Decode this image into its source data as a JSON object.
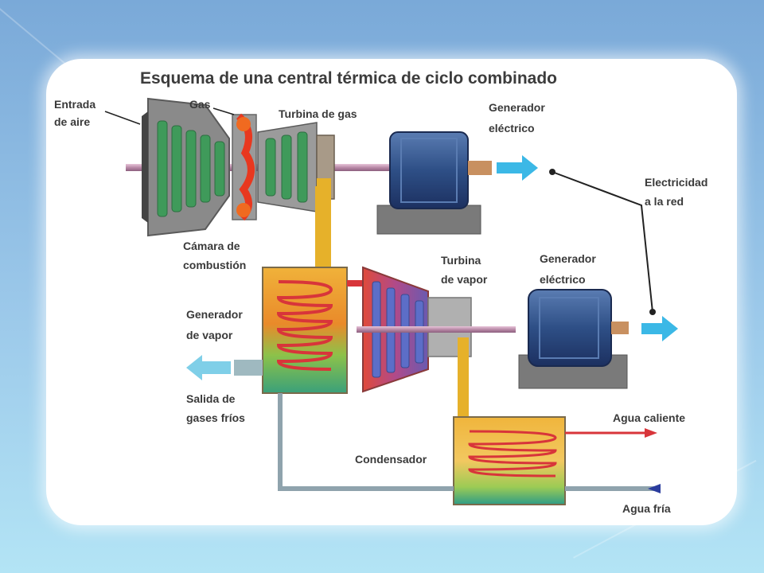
{
  "diagram": {
    "title": "Esquema de una central térmica de ciclo combinado",
    "labels": {
      "entrada_aire_1": "Entrada",
      "entrada_aire_2": "de aire",
      "gas": "Gas",
      "turbina_gas": "Turbina de gas",
      "generador_1_l1": "Generador",
      "generador_1_l2": "eléctrico",
      "electricidad_l1": "Electricidad",
      "electricidad_l2": "a la red",
      "camara_l1": "Cámara de",
      "camara_l2": "combustión",
      "turbina_vapor_l1": "Turbina",
      "turbina_vapor_l2": "de vapor",
      "generador_2_l1": "Generador",
      "generador_2_l2": "eléctrico",
      "generador_vapor_l1": "Generador",
      "generador_vapor_l2": "de vapor",
      "salida_l1": "Salida de",
      "salida_l2": "gases fríos",
      "agua_caliente": "Agua caliente",
      "condensador": "Condensador",
      "agua_fria": "Agua fría"
    },
    "colors": {
      "arrow_cyan": "#3bb8e6",
      "hot": "#d8353a",
      "cold": "#2b3d9e",
      "generator_blue": "#2e4f86",
      "pipe_yellow": "#e6b12a",
      "pipe_gray": "#8fa3ad"
    }
  }
}
